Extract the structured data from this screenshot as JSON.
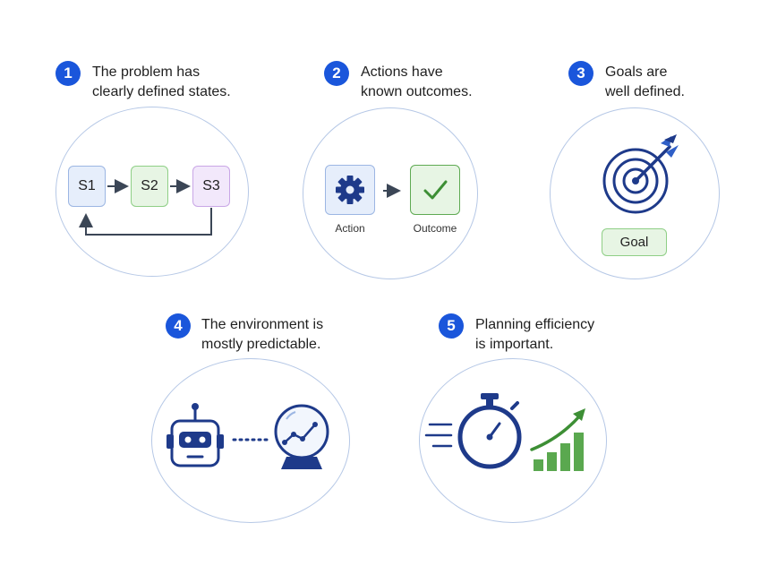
{
  "items": [
    {
      "number": "1",
      "line1": "The problem has",
      "line2": "clearly defined states."
    },
    {
      "number": "2",
      "line1": "Actions have",
      "line2": "known outcomes."
    },
    {
      "number": "3",
      "line1": "Goals are",
      "line2": "well defined."
    },
    {
      "number": "4",
      "line1": "The environment is",
      "line2": "mostly predictable."
    },
    {
      "number": "5",
      "line1": "Planning efficiency",
      "line2": "is important."
    }
  ],
  "states": {
    "s1": "S1",
    "s2": "S2",
    "s3": "S3"
  },
  "action_outcome": {
    "action_label": "Action",
    "outcome_label": "Outcome"
  },
  "goal": {
    "label": "Goal"
  },
  "colors": {
    "badge": "#1a56db",
    "icon_blue": "#1e3a8a",
    "circle_border": "#b6c8e6",
    "green": "#4a9d3f"
  },
  "icons": [
    "gear-icon",
    "checkmark-icon",
    "target-icon",
    "robot-icon",
    "crystal-ball-icon",
    "stopwatch-icon",
    "growth-chart-icon"
  ]
}
